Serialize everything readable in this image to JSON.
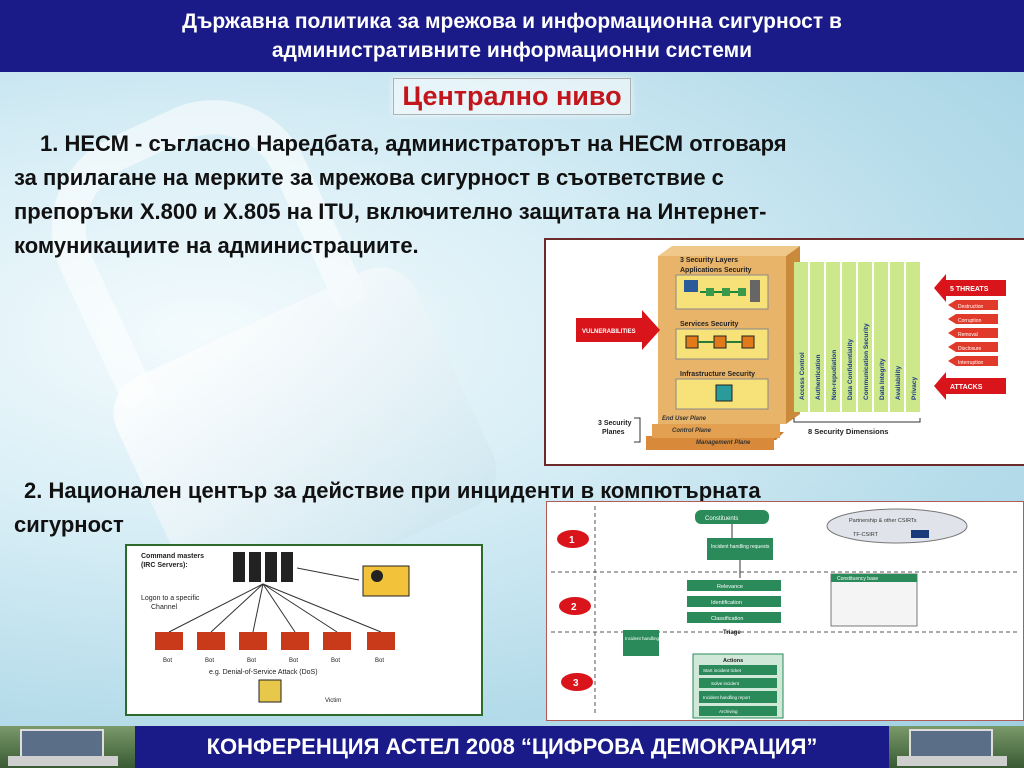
{
  "header": {
    "line1": "Държавна политика за мрежова и  информационна сигурност в",
    "line2": "административните информационни системи"
  },
  "subtitle": "Централно ниво",
  "para1": {
    "lines": [
      "1. НЕСМ - съгласно Наредбата, администраторът на НЕСМ отговаря",
      "за прилагане на мерките за мрежова сигурност в съответствие с",
      "препоръки Х.800 и Х.805 на ITU, включително защитата на Интернет-",
      "комуникациите на администрациите."
    ]
  },
  "para2": {
    "lines": [
      "2. Национален център за действие при инциденти в компютърната",
      "сигурност"
    ]
  },
  "diagram1": {
    "layers_title": "3 Security Layers",
    "apps": "Applications Security",
    "services": "Services Security",
    "infra": "Infrastructure Security",
    "end_user": "End User Plane",
    "control": "Control Plane",
    "management": "Management Plane",
    "planes_label_1": "3 Security",
    "planes_label_2": "Planes",
    "vulnerabilities": "VULNERABILITIES",
    "threats": "5 THREATS",
    "threat_items": [
      "Destruction",
      "Corruption",
      "Removal",
      "Disclosure",
      "Interruption"
    ],
    "attacks": "ATTACKS",
    "dimensions": [
      "Access Control",
      "Authentication",
      "Non-repudiation",
      "Data Confidentiality",
      "Communication Security",
      "Data Integrity",
      "Availability",
      "Privacy"
    ],
    "dimensions_title": "8 Security Dimensions"
  },
  "diagram2": {
    "steps": [
      "1",
      "2",
      "3"
    ],
    "constituents": "Constituents",
    "partners": "Partnership & other CSIRTs",
    "tf": "TF-CSIRT",
    "incident_req": "Incident handling requests",
    "constituency": "Constituency base",
    "relevance": "Relevance",
    "identification": "Identification",
    "classification": "Classification",
    "triage": "Triage",
    "ihp": "Incident handling process",
    "actions": "Actions",
    "a1": "Start incident ticket",
    "a2": "Solve incident",
    "a3": "Incident handling report",
    "a4": "Archiving"
  },
  "diagram3": {
    "masters_1": "Command masters",
    "masters_2": "(IRC Servers):",
    "logon_1": "Logon to a specific",
    "logon_2": "Channel",
    "bot": "Bot",
    "dos": "e.g. Denial-of-Service Attack (DoS)",
    "victim": "Victim"
  },
  "footer": "КОНФЕРЕНЦИЯ АСТЕЛ 2008 “ЦИФРОВА ДЕМОКРАЦИЯ”"
}
